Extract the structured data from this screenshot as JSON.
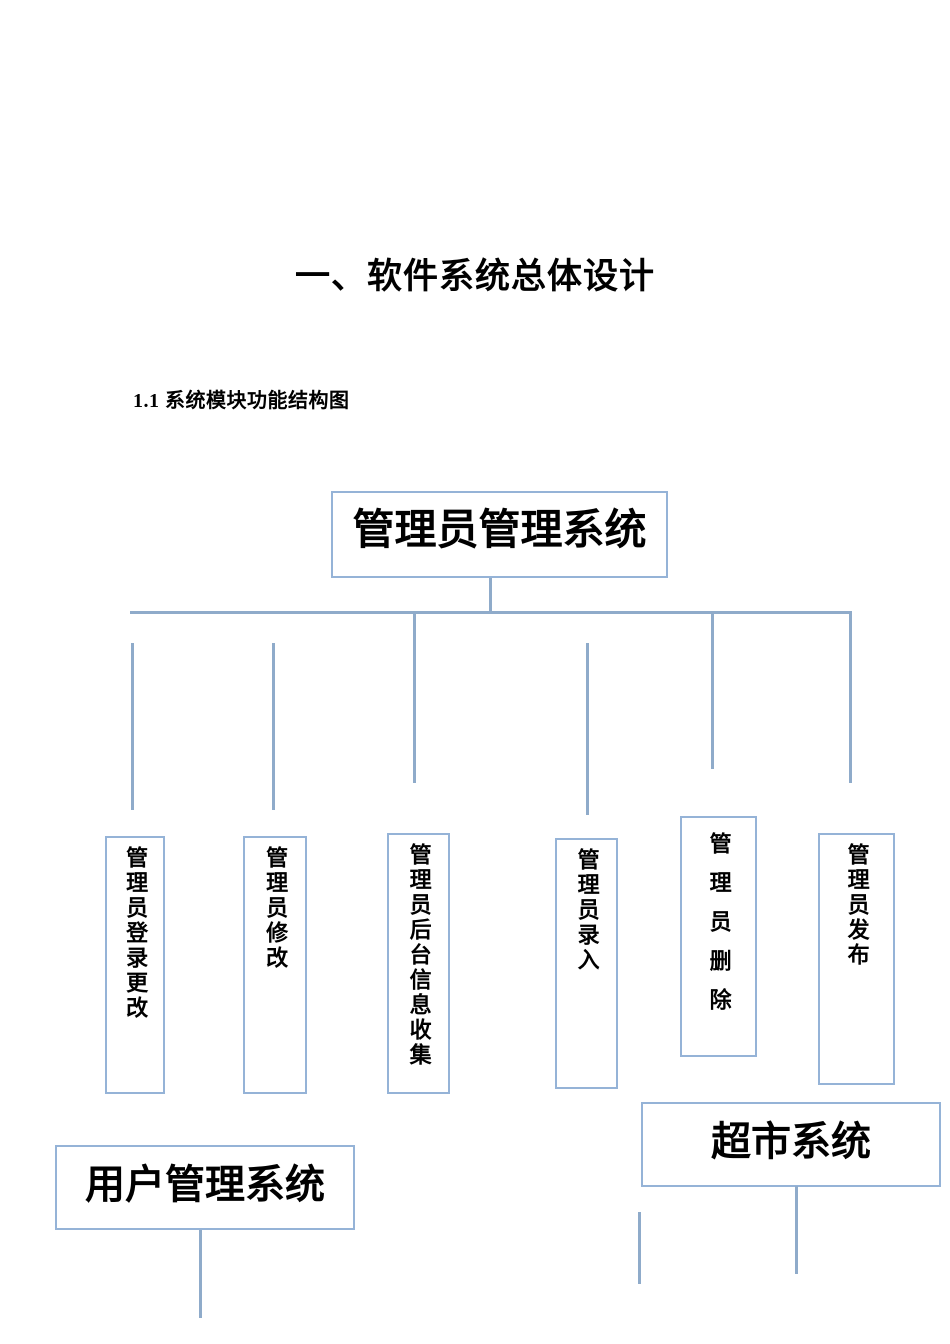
{
  "document": {
    "title": "一、软件系统总体设计",
    "section_heading": "1.1 系统模块功能结构图"
  },
  "diagram": {
    "root": {
      "label": "管理员管理系统"
    },
    "children": [
      {
        "label": "管理员登录更改"
      },
      {
        "label": "管理员修改"
      },
      {
        "label": "管理员后台信息收集"
      },
      {
        "label": "管理员录入"
      },
      {
        "label": "管理员删除"
      },
      {
        "label": "管理员发布"
      }
    ],
    "user_system": {
      "label": "用户管理系统"
    },
    "supermarket_system": {
      "label": "超市系统"
    },
    "colors": {
      "box_border": "#95b3d7",
      "connector_line": "#8fabca",
      "text": "#000000"
    }
  }
}
